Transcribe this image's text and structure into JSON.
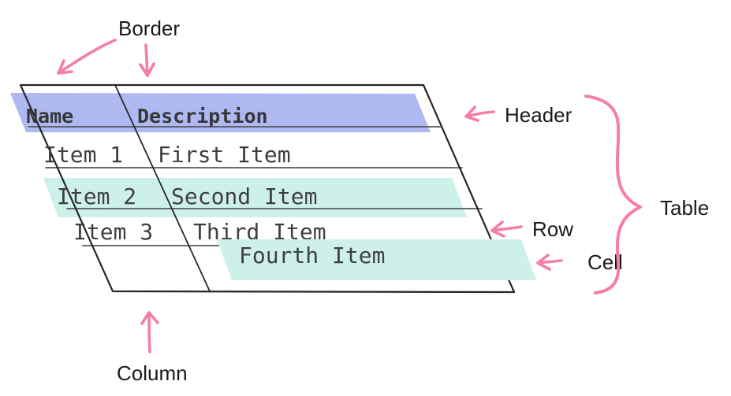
{
  "diagram": {
    "labels": {
      "border": "Border",
      "header": "Header",
      "table": "Table",
      "row": "Row",
      "cell": "Cell",
      "column": "Column"
    },
    "table": {
      "columns": [
        "Name",
        "Description"
      ],
      "rows": [
        {
          "name": "Item 1",
          "description": "First Item"
        },
        {
          "name": "Item 2",
          "description": "Second Item"
        },
        {
          "name": "Item 3",
          "description": "Third Item"
        },
        {
          "name": "",
          "description": "Fourth Item"
        }
      ]
    },
    "colors": {
      "arrow_pink": "#f57ea6",
      "header_highlight": "#aeb9f2",
      "row_highlight": "#cdf1e8",
      "cell_highlight": "#cdf1e8",
      "border_line": "#26262b",
      "grid_line": "#56565c",
      "table_text": "#3f3f42",
      "label_text": "#1a1a1a"
    }
  }
}
